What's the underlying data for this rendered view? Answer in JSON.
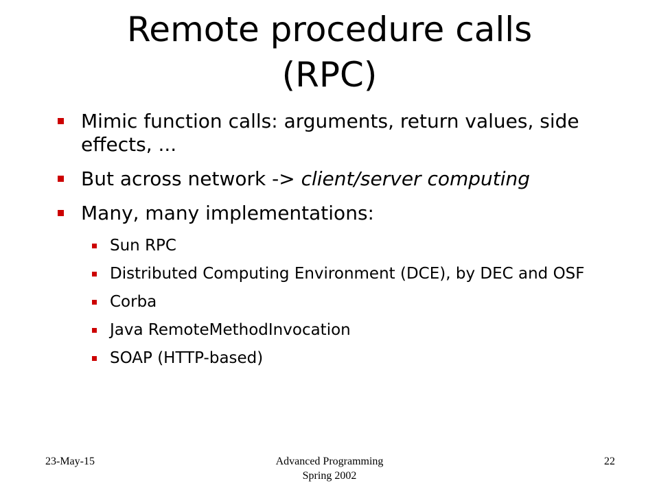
{
  "slide": {
    "title_line1": "Remote procedure calls",
    "title_line2": "(RPC)",
    "bullets": [
      {
        "parts": [
          "Mimic function calls: arguments, return values, side effects, ..."
        ]
      },
      {
        "plain": "But across network -> ",
        "italic": "client/server computing"
      },
      {
        "parts": [
          "Many, many implementations:"
        ]
      }
    ],
    "sub_bullets": [
      "Sun RPC",
      "Distributed Computing Environment (DCE), by DEC and OSF",
      "Corba",
      "Java RemoteMethodInvocation",
      "SOAP (HTTP-based)"
    ],
    "bullet_color": "#cc0000"
  },
  "footer": {
    "date": "23-May-15",
    "course_line1": "Advanced Programming",
    "course_line2": "Spring 2002",
    "page_number": "22"
  }
}
